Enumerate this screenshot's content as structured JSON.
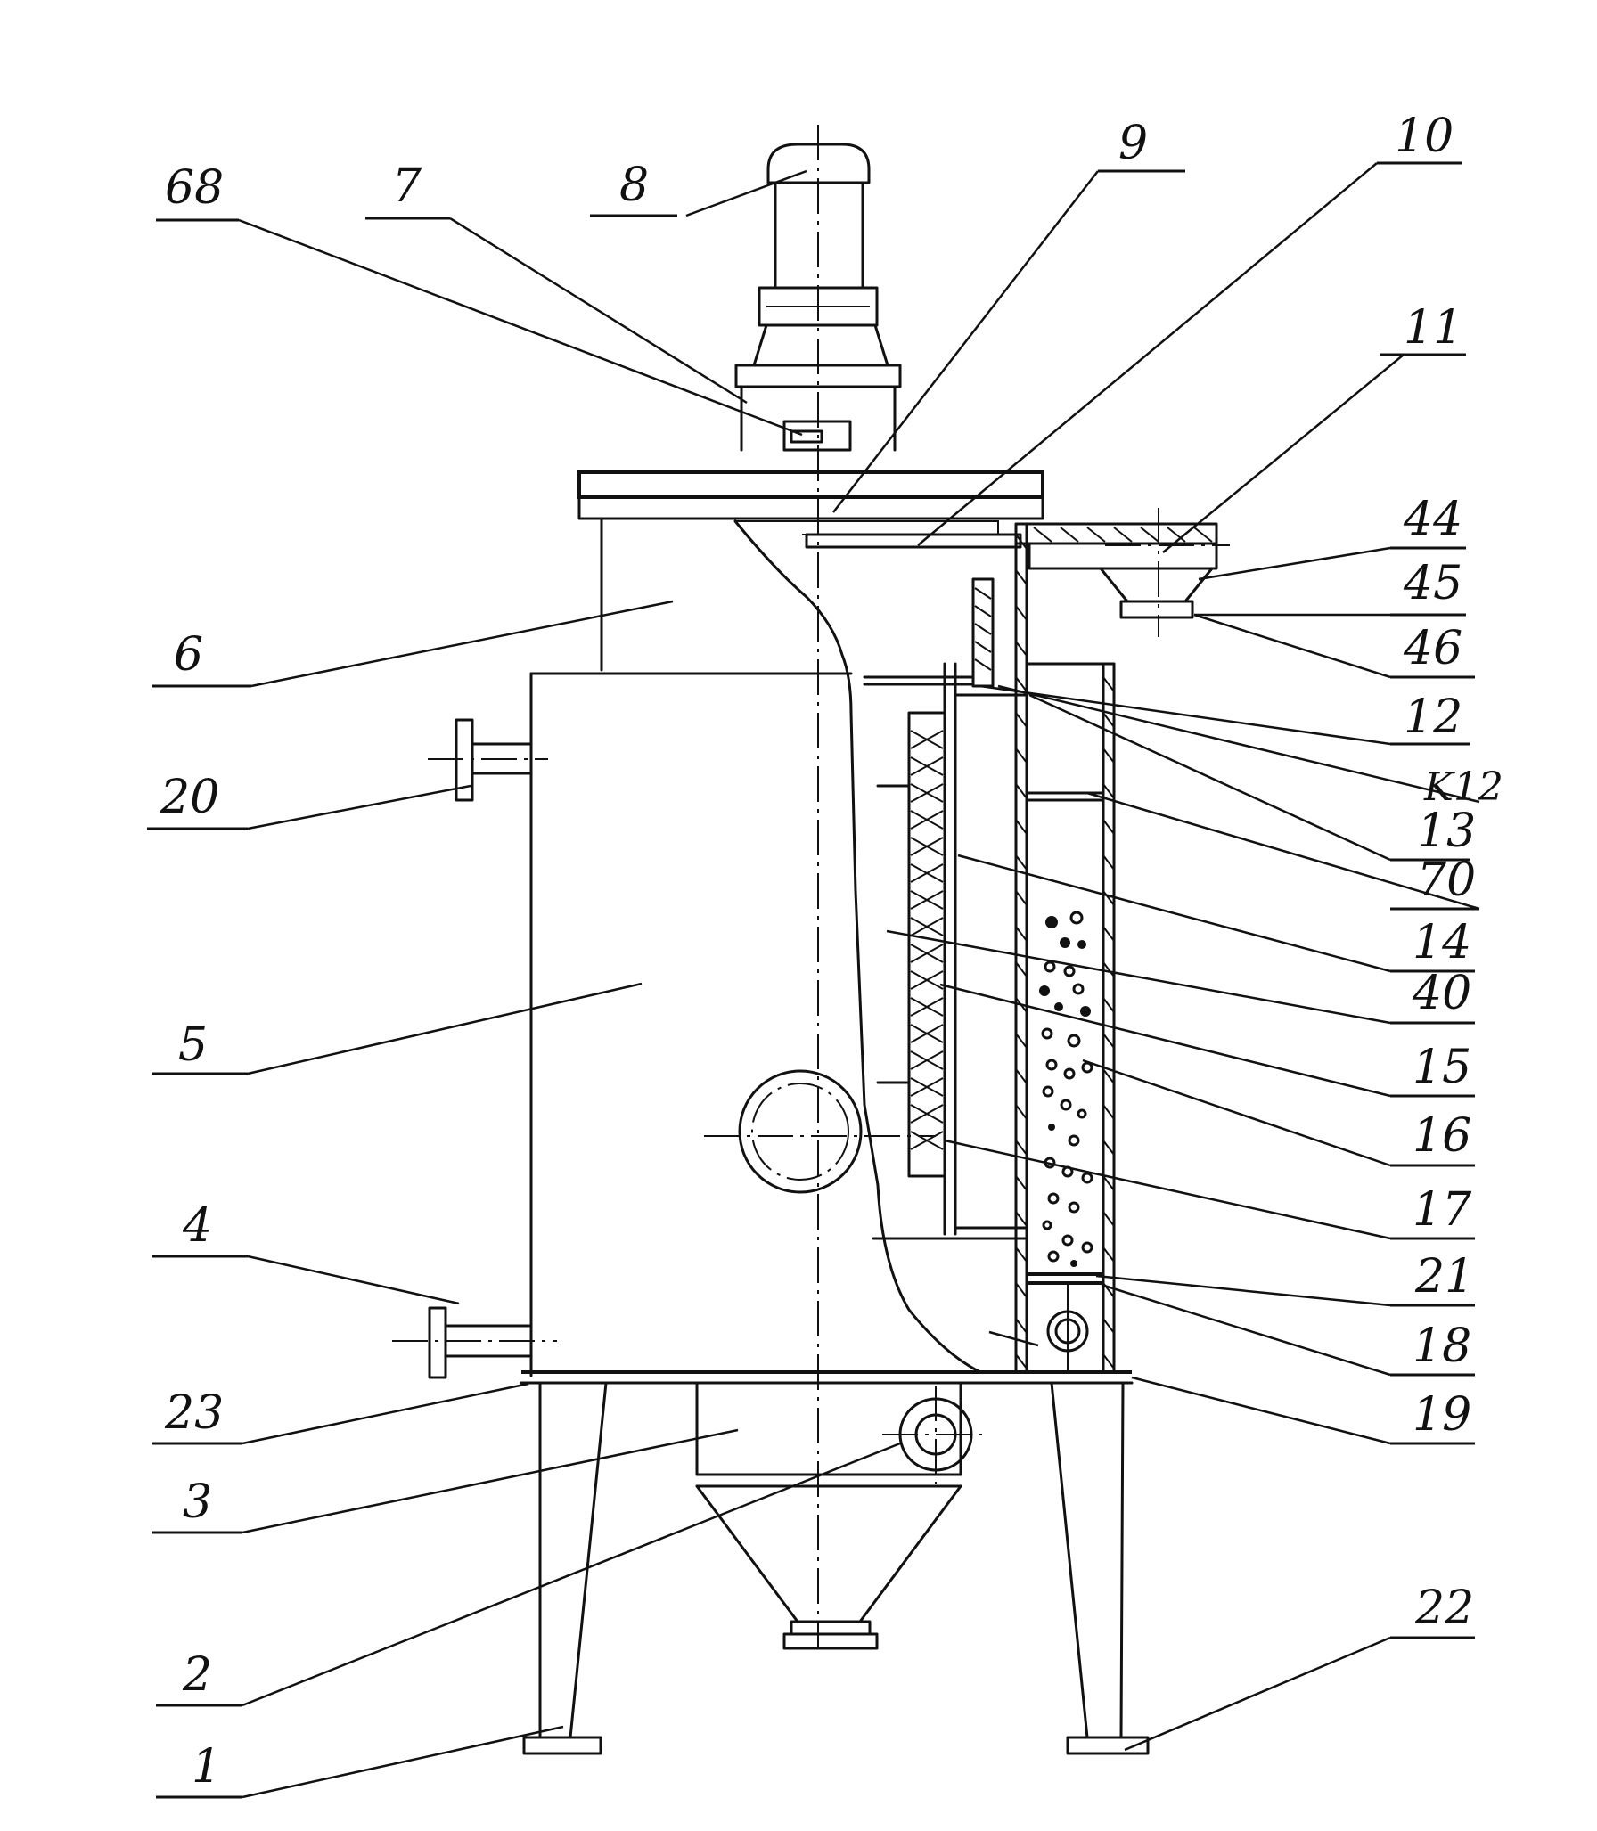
{
  "labels": {
    "l68": "68",
    "l7": "7",
    "l8": "8",
    "l9": "9",
    "l10": "10",
    "l11": "11",
    "l44": "44",
    "l45": "45",
    "l46": "46",
    "l6": "6",
    "l12": "12",
    "lK12": "K12",
    "l20": "20",
    "l13": "13",
    "l70": "70",
    "l14": "14",
    "l40": "40",
    "l5": "5",
    "l15": "15",
    "l16": "16",
    "l17": "17",
    "l4": "4",
    "l21": "21",
    "l18": "18",
    "l23": "23",
    "l19": "19",
    "l3": "3",
    "l2": "2",
    "l22": "22",
    "l1": "1"
  }
}
